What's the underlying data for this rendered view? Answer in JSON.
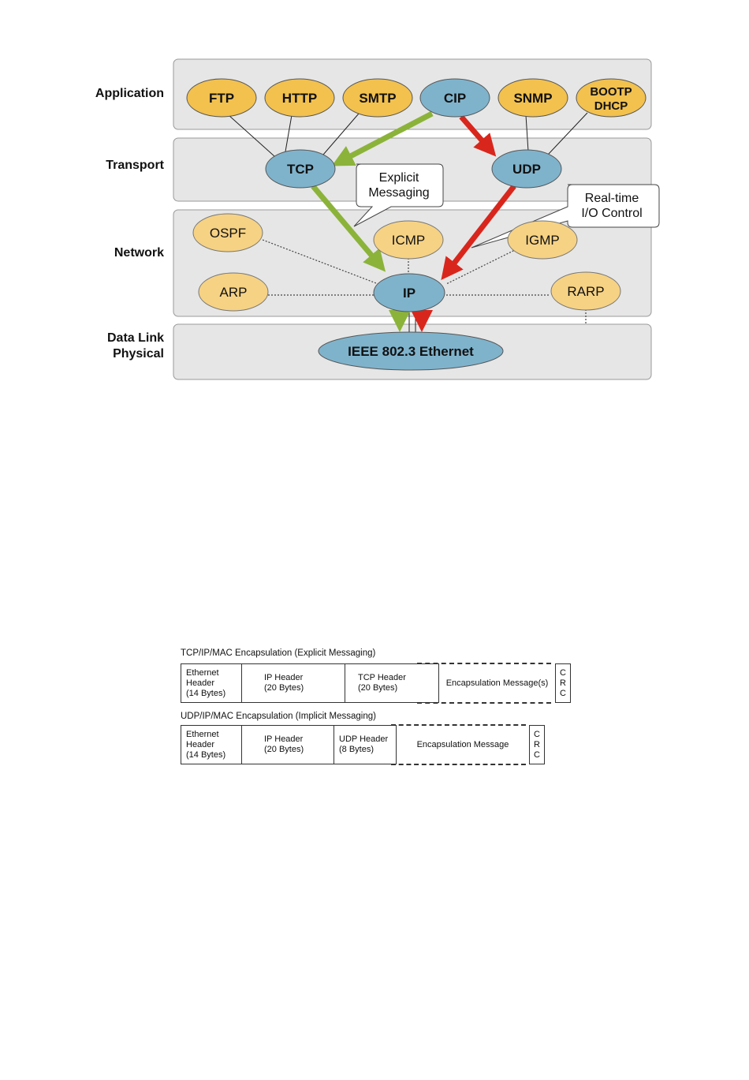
{
  "layers": {
    "application": "Application",
    "transport": "Transport",
    "network": "Network",
    "datalink_1": "Data Link",
    "datalink_2": "Physical"
  },
  "nodes": {
    "ftp": "FTP",
    "http": "HTTP",
    "smtp": "SMTP",
    "cip": "CIP",
    "snmp": "SNMP",
    "bootp": "BOOTP",
    "dhcp": "DHCP",
    "tcp": "TCP",
    "udp": "UDP",
    "ospf": "OSPF",
    "icmp": "ICMP",
    "igmp": "IGMP",
    "arp": "ARP",
    "ip": "IP",
    "rarp": "RARP",
    "ethernet": "IEEE 802.3 Ethernet"
  },
  "callouts": {
    "explicit_1": "Explicit",
    "explicit_2": "Messaging",
    "realtime_1": "Real-time",
    "realtime_2": "I/O Control"
  },
  "colors": {
    "orange_node": "#f2c14e",
    "blue_node": "#7fb3cc",
    "light_orange_node": "#f6d284",
    "green_arrow": "#8bb33a",
    "red_arrow": "#d9261c",
    "layer_bg": "#e6e6e6"
  },
  "encapsulation": {
    "tcp_title": "TCP/IP/MAC Encapsulation (Explicit Messaging)",
    "tcp_cells": {
      "eth_1": "Ethernet",
      "eth_2": "Header",
      "eth_3": "(14 Bytes)",
      "ip_1": "IP Header",
      "ip_2": "(20 Bytes)",
      "tcp_1": "TCP Header",
      "tcp_2": "(20 Bytes)",
      "msg": "Encapsulation Message(s)",
      "crc_1": "C",
      "crc_2": "R",
      "crc_3": "C"
    },
    "udp_title": "UDP/IP/MAC Encapsulation (Implicit Messaging)",
    "udp_cells": {
      "eth_1": "Ethernet",
      "eth_2": "Header",
      "eth_3": "(14 Bytes)",
      "ip_1": "IP Header",
      "ip_2": "(20 Bytes)",
      "udp_1": "UDP Header",
      "udp_2": "(8 Bytes)",
      "msg": "Encapsulation Message",
      "crc_1": "C",
      "crc_2": "R",
      "crc_3": "C"
    }
  }
}
